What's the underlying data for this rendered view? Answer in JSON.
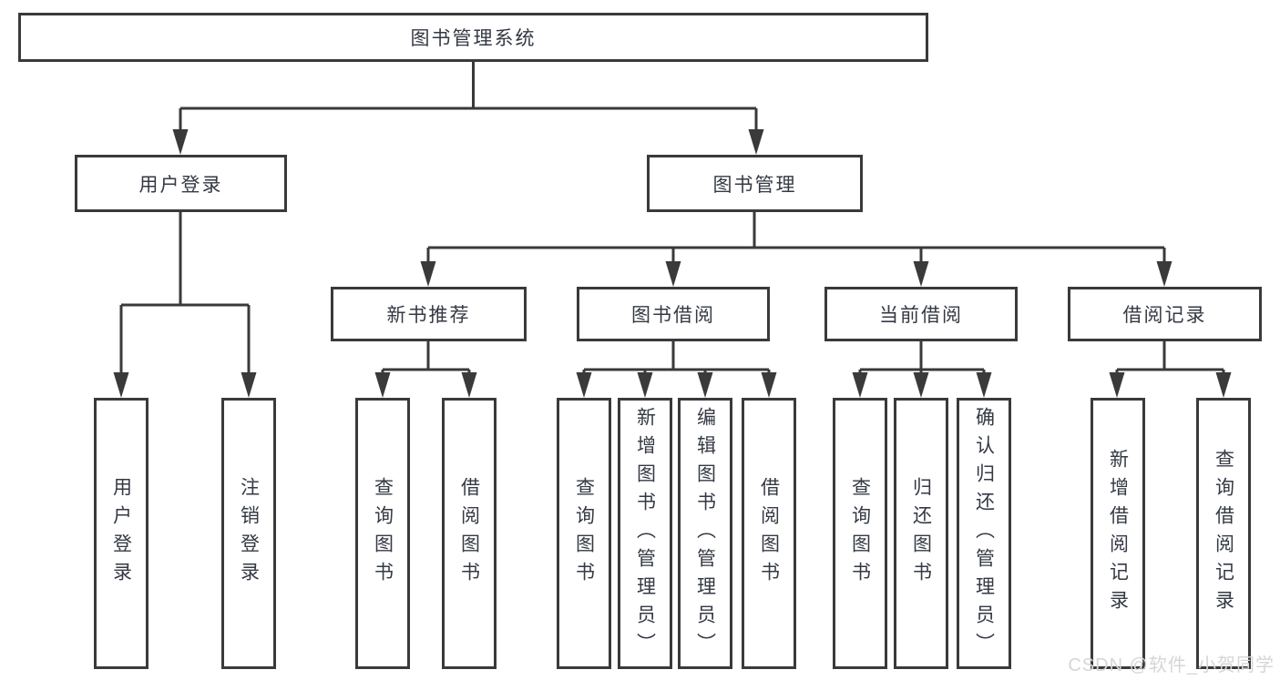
{
  "tree": {
    "root": {
      "label": "图书管理系统"
    },
    "branches": [
      {
        "label": "用户登录",
        "children": [
          {
            "label": "用户登录"
          },
          {
            "label": "注销登录"
          }
        ]
      },
      {
        "label": "图书管理",
        "children": [
          {
            "label": "新书推荐",
            "children": [
              {
                "label": "查询图书"
              },
              {
                "label": "借阅图书"
              }
            ]
          },
          {
            "label": "图书借阅",
            "children": [
              {
                "label": "查询图书"
              },
              {
                "label": "新增图书（管理员）"
              },
              {
                "label": "编辑图书（管理员）"
              },
              {
                "label": "借阅图书"
              }
            ]
          },
          {
            "label": "当前借阅",
            "children": [
              {
                "label": "查询图书"
              },
              {
                "label": "归还图书"
              },
              {
                "label": "确认归还（管理员）"
              }
            ]
          },
          {
            "label": "借阅记录",
            "children": [
              {
                "label": "新增借阅记录"
              },
              {
                "label": "查询借阅记录"
              }
            ]
          }
        ]
      }
    ]
  },
  "watermark": {
    "text": "CSDN @软件_小贺同学"
  },
  "colors": {
    "line": "#3a3a3a",
    "text": "#343943",
    "box_fill": "#ffffff",
    "background": "#ffffff",
    "watermark": "#d7d5d6"
  }
}
